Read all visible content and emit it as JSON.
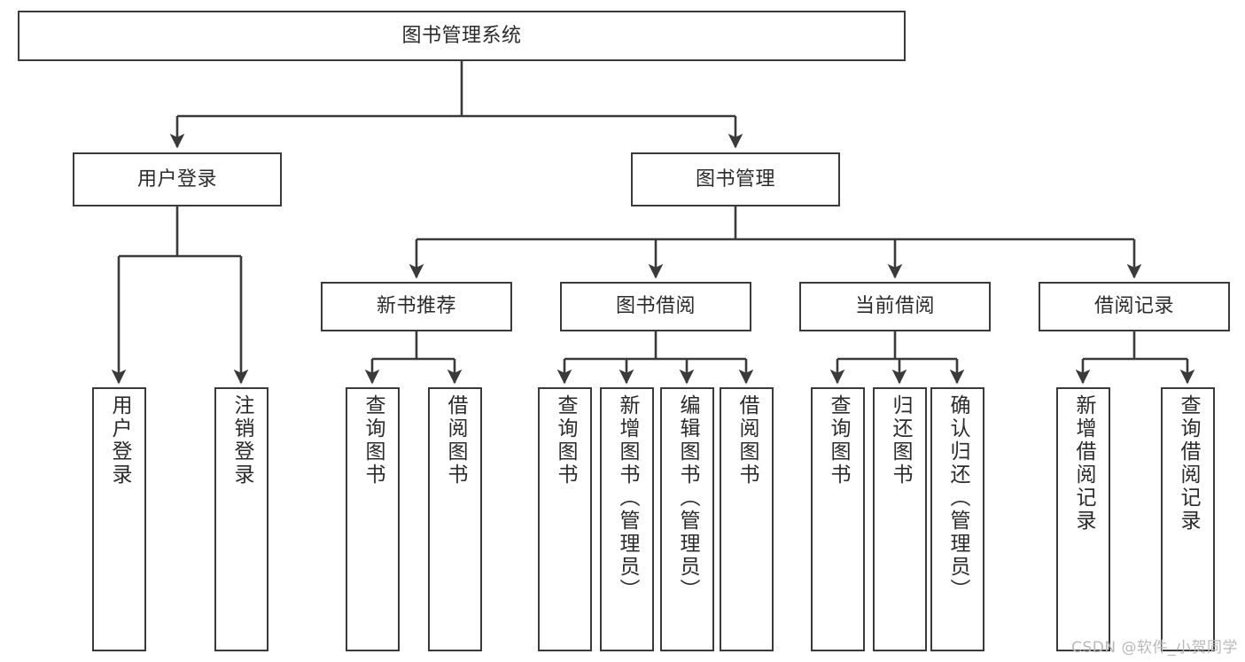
{
  "diagram": {
    "title": "图书管理系统",
    "type": "tree",
    "watermark": "CSDN @软件_小贺同学",
    "line_color": "#3a3a3a",
    "text_color": "#2b2b2b",
    "background": "#ffffff",
    "nodes": {
      "root": {
        "label": "图书管理系统"
      },
      "level2": [
        {
          "id": "user-login",
          "label": "用户登录"
        },
        {
          "id": "book-manage",
          "label": "图书管理"
        }
      ],
      "level3": [
        {
          "id": "new-book-recommend",
          "label": "新书推荐"
        },
        {
          "id": "book-borrow",
          "label": "图书借阅"
        },
        {
          "id": "current-borrow",
          "label": "当前借阅"
        },
        {
          "id": "borrow-record",
          "label": "借阅记录"
        }
      ],
      "leaves": {
        "user_login": [
          {
            "id": "leaf-user-login",
            "label": "用户登录"
          },
          {
            "id": "leaf-logout",
            "label": "注销登录"
          }
        ],
        "new_book_recommend": [
          {
            "id": "leaf-query-book-1",
            "label": "查询图书"
          },
          {
            "id": "leaf-borrow-book-1",
            "label": "借阅图书"
          }
        ],
        "book_borrow": [
          {
            "id": "leaf-query-book-2",
            "label": "查询图书"
          },
          {
            "id": "leaf-add-book",
            "label": "新增图书（管理员）"
          },
          {
            "id": "leaf-edit-book",
            "label": "编辑图书（管理员）"
          },
          {
            "id": "leaf-borrow-book-2",
            "label": "借阅图书"
          }
        ],
        "current_borrow": [
          {
            "id": "leaf-query-book-3",
            "label": "查询图书"
          },
          {
            "id": "leaf-return-book",
            "label": "归还图书"
          },
          {
            "id": "leaf-confirm-return",
            "label": "确认归还（管理员）"
          }
        ],
        "borrow_record": [
          {
            "id": "leaf-add-record",
            "label": "新增借阅记录"
          },
          {
            "id": "leaf-query-record",
            "label": "查询借阅记录"
          }
        ]
      }
    }
  }
}
